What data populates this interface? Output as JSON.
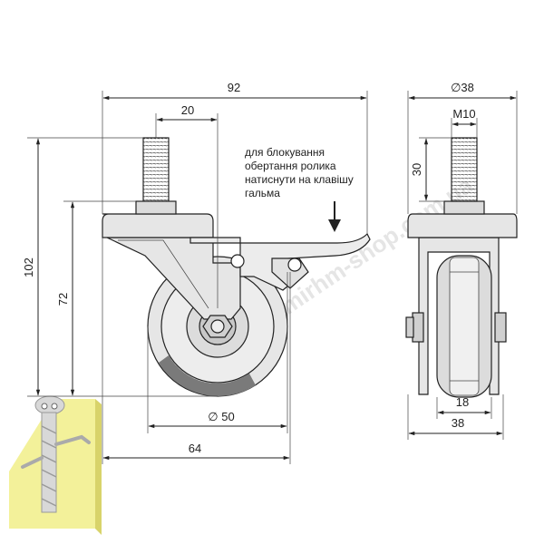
{
  "dimensions": {
    "total_width": "92",
    "stem_offset": "20",
    "total_height": "102",
    "mount_height": "72",
    "wheel_diameter": "∅ 50",
    "base_width": "64",
    "plate_diameter": "∅38",
    "thread": "M10",
    "thread_length": "30",
    "wheel_width": "18",
    "side_width": "38"
  },
  "note": {
    "lines": [
      "для блокування",
      "обертання ролика",
      "натиснути на клавішу",
      "гальма"
    ]
  },
  "watermark": {
    "text": "www.mirhm-shop.com.ua"
  },
  "colors": {
    "part_fill": "#e6e6e6",
    "wheel_dark": "#7a7a7a",
    "logo_yellow": "#f3f19a"
  },
  "icons": {
    "logo": "screw-mascot-logo",
    "arrow": "down-arrow-icon"
  }
}
